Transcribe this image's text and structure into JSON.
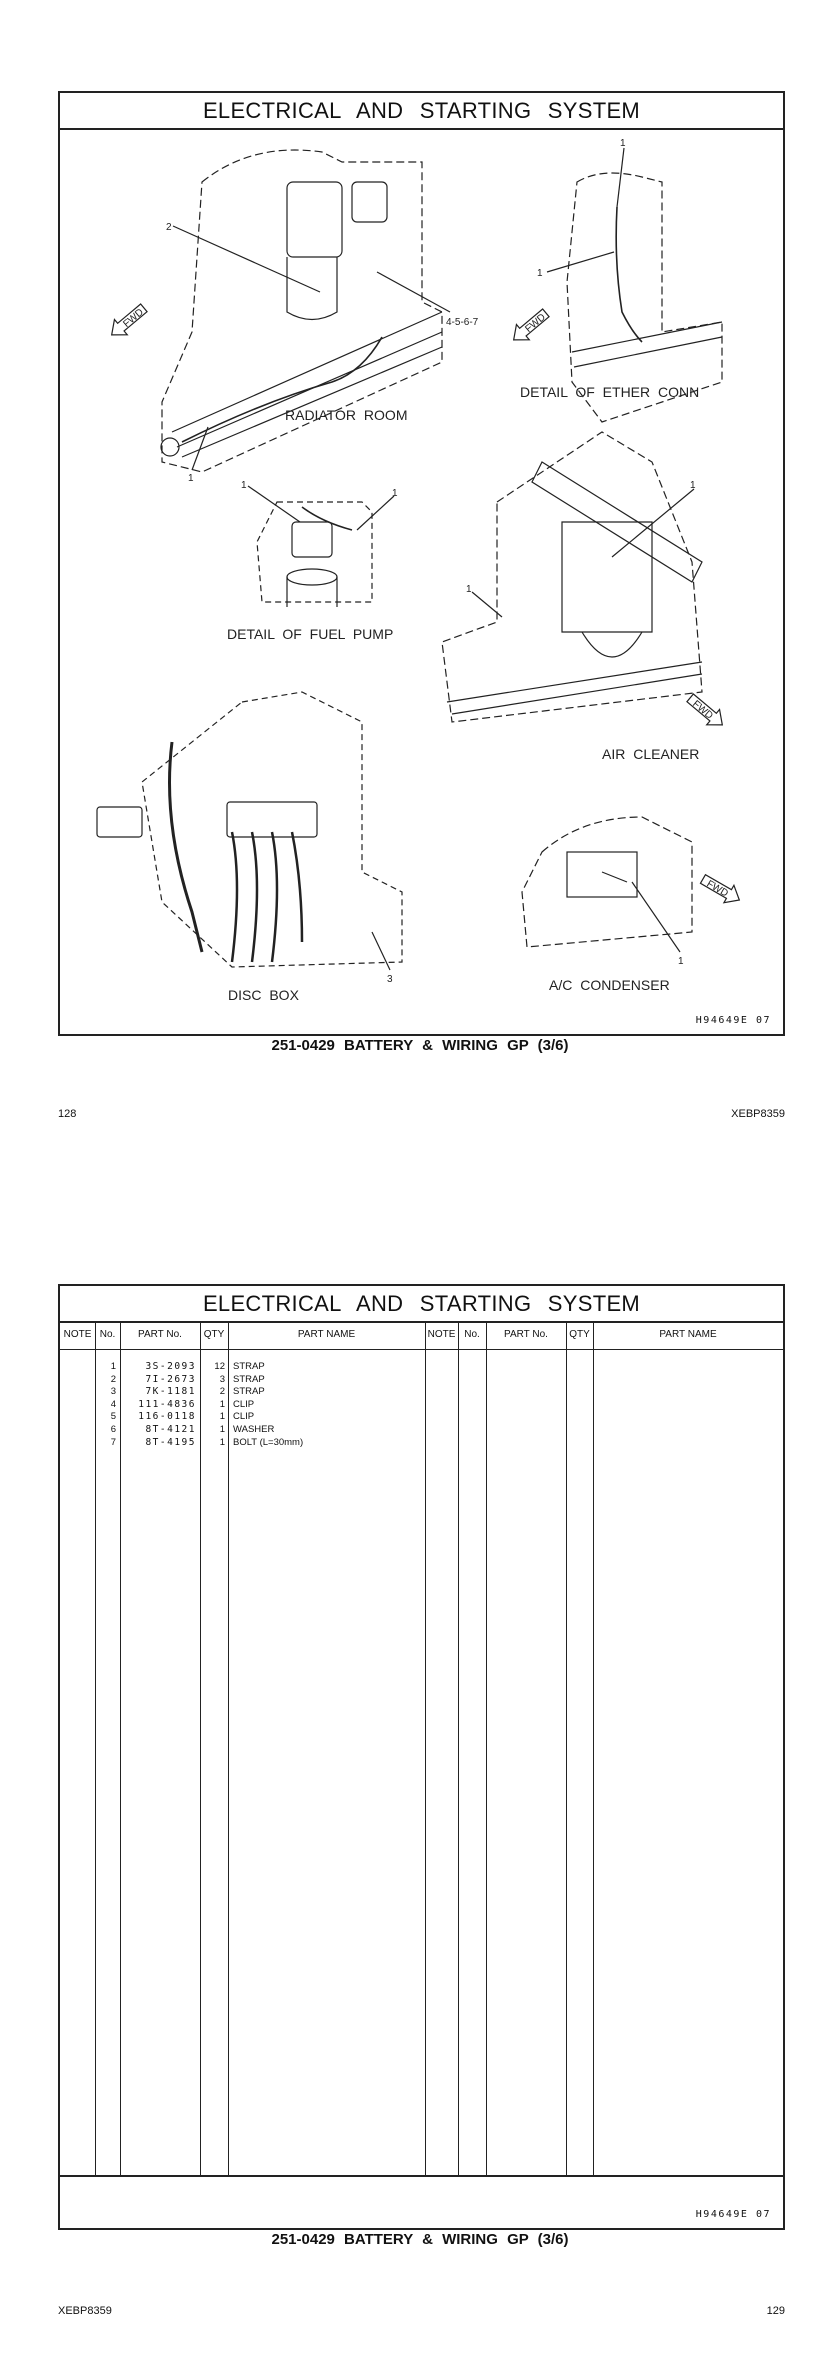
{
  "page1": {
    "title": "ELECTRICAL AND STARTING SYSTEM",
    "views": {
      "radiator_room": "RADIATOR ROOM",
      "ether_conn": "DETAIL OF ETHER CONN",
      "fuel_pump": "DETAIL OF FUEL PUMP",
      "air_cleaner": "AIR CLEANER",
      "disc_box": "DISC BOX",
      "ac_condenser": "A/C CONDENSER"
    },
    "callouts": {
      "radiator_2": "2",
      "radiator_4567": "4-5-6-7",
      "radiator_1": "1",
      "ether_1a": "1",
      "ether_1b": "1",
      "fuel_1a": "1",
      "fuel_1b": "1",
      "air_1a": "1",
      "air_1b": "1",
      "disc_3": "3",
      "ac_1": "1"
    },
    "fwd_label": "FWD",
    "drawing_code": "H94649E   07",
    "caption": "251-0429  BATTERY & WIRING GP (3/6)",
    "page_number": "128",
    "doc_code": "XEBP8359"
  },
  "page2": {
    "title": "ELECTRICAL AND STARTING SYSTEM",
    "columns": [
      "NOTE",
      "No.",
      "PART No.",
      "QTY",
      "PART NAME"
    ],
    "parts": [
      {
        "no": "1",
        "part_no": "3S-2093",
        "qty": "12",
        "name": "STRAP"
      },
      {
        "no": "2",
        "part_no": "7I-2673",
        "qty": "3",
        "name": "STRAP"
      },
      {
        "no": "3",
        "part_no": "7K-1181",
        "qty": "2",
        "name": "STRAP"
      },
      {
        "no": "4",
        "part_no": "111-4836",
        "qty": "1",
        "name": "CLIP"
      },
      {
        "no": "5",
        "part_no": "116-0118",
        "qty": "1",
        "name": "CLIP"
      },
      {
        "no": "6",
        "part_no": "8T-4121",
        "qty": "1",
        "name": "WASHER"
      },
      {
        "no": "7",
        "part_no": "8T-4195",
        "qty": "1",
        "name": "BOLT (L=30mm)"
      }
    ],
    "drawing_code": "H94649E   07",
    "caption": "251-0429  BATTERY & WIRING GP (3/6)",
    "doc_code": "XEBP8359",
    "page_number": "129"
  }
}
